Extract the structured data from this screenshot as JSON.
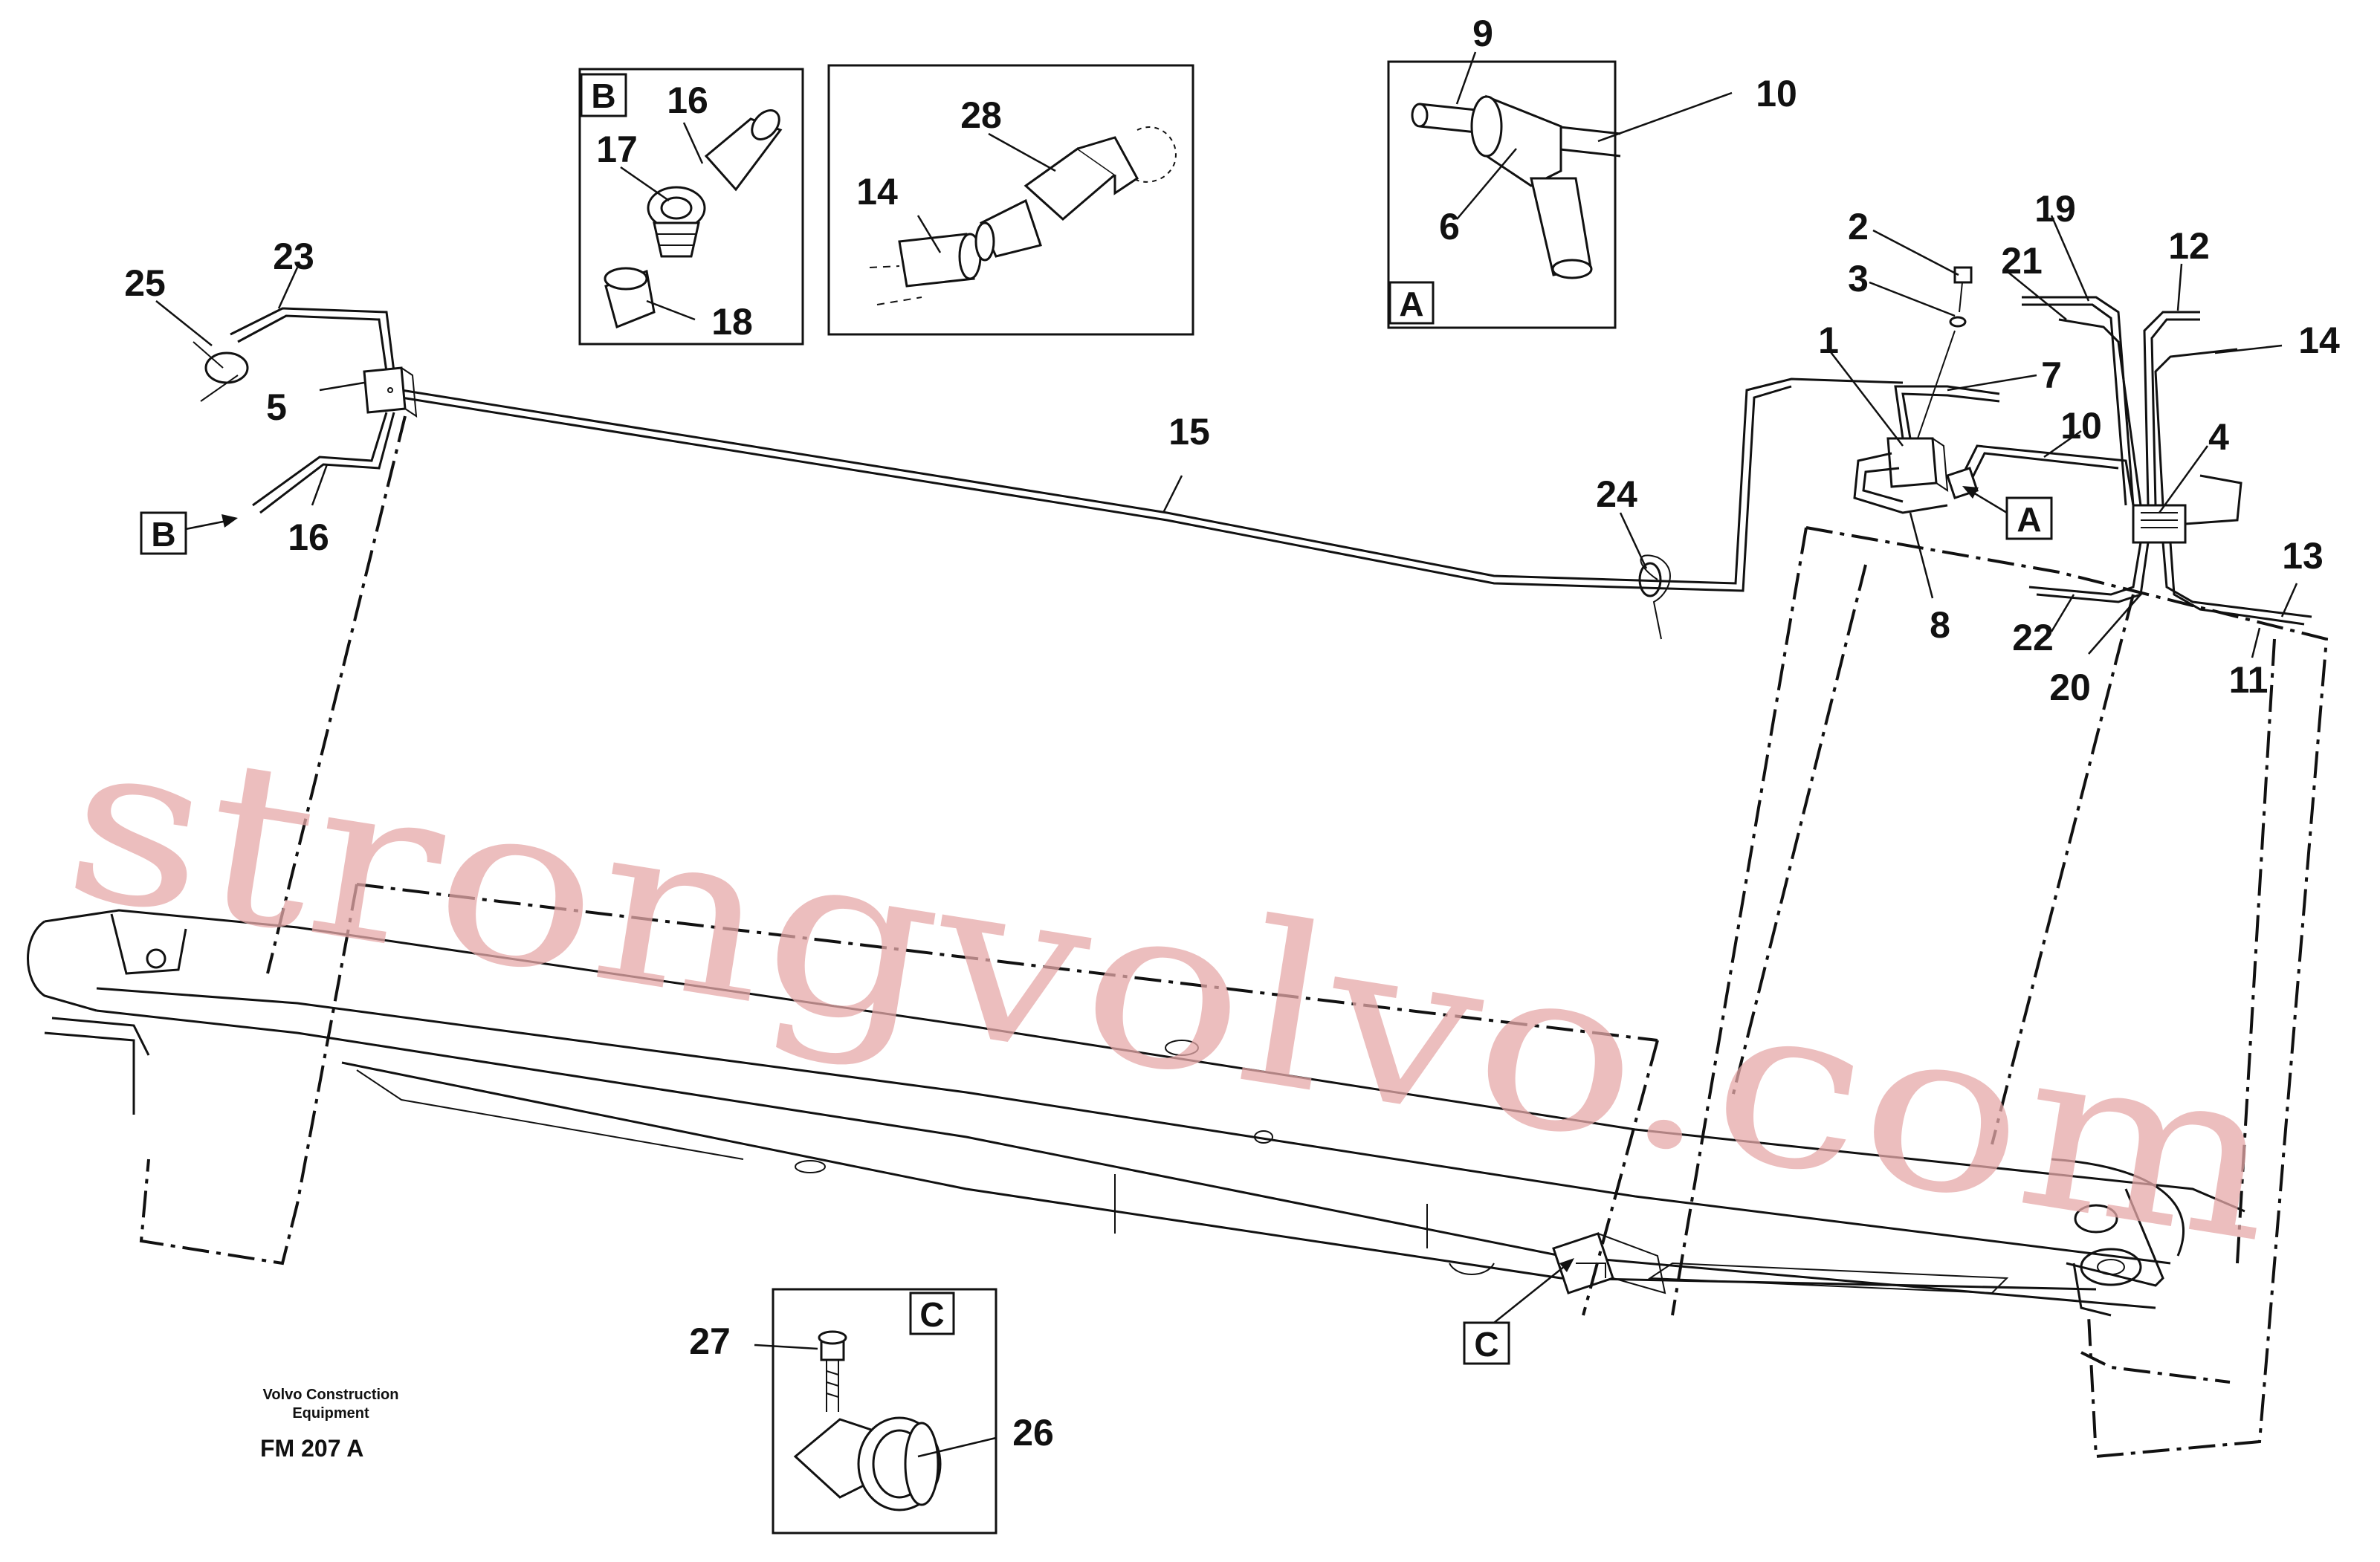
{
  "watermark": "strongvolvo.com",
  "footer": {
    "company_line1": "Volvo Construction",
    "company_line2": "Equipment",
    "figure_code": "FM 207 A"
  },
  "detail_views": {
    "b_label": "B",
    "a_label": "A",
    "c_label": "C"
  },
  "view_pointers": {
    "b": "B",
    "a": "A",
    "c": "C"
  },
  "callouts": {
    "n1": "1",
    "n2": "2",
    "n3": "3",
    "n4": "4",
    "n5": "5",
    "n6": "6",
    "n7": "7",
    "n8": "8",
    "n9": "9",
    "n10": "10",
    "n10b": "10",
    "n11": "11",
    "n12": "12",
    "n13": "13",
    "n14": "14",
    "n14b": "14",
    "n15": "15",
    "n16": "16",
    "n16b": "16",
    "n17": "17",
    "n18": "18",
    "n19": "19",
    "n20": "20",
    "n21": "21",
    "n22": "22",
    "n23": "23",
    "n24": "24",
    "n25": "25",
    "n26": "26",
    "n27": "27",
    "n28": "28"
  }
}
